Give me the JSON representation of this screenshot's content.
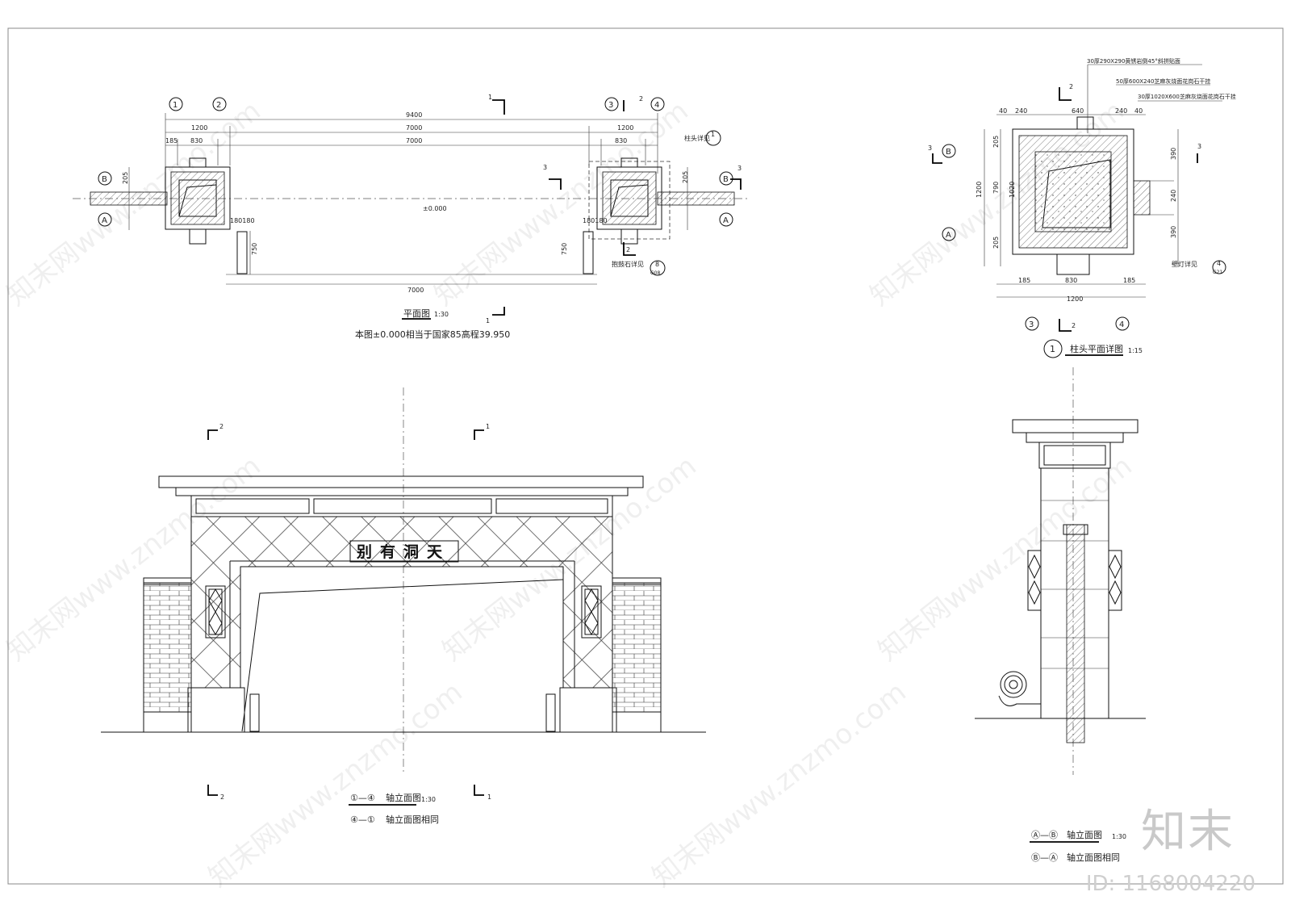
{
  "plan": {
    "dim_total": "9400",
    "dim_1200_left": "1200",
    "dim_1200_right": "1200",
    "dim_7000_a": "7000",
    "dim_7000_b": "7000",
    "dim_7000_bottom": "7000",
    "dim_830_left": "830",
    "dim_830_right": "830",
    "dim_185": "185",
    "dim_205": "205",
    "dim_750": "750",
    "dim_180": "180180",
    "elevation": "±0.000",
    "detail_ref": "柱头详见",
    "detail_num": "1",
    "stone_ref": "抱鼓石详见",
    "stone_num": "8",
    "stone_sheet": "G08",
    "axes": [
      "1",
      "2",
      "3",
      "4"
    ],
    "axis_A": "A",
    "axis_B": "B",
    "sec1": "1",
    "sec2": "2",
    "sec3": "3",
    "title": "平面图",
    "scale": "1:30",
    "note": "本图±0.000相当于国家85高程39.950"
  },
  "detail": {
    "note1": "30厚290X290黄锈岩倒45°斜拼贴面",
    "note2": "50厚600X240芝麻灰烧面花岗石干挂",
    "note3": "30厚1020X600芝麻灰烧面花岗石干挂",
    "dim_240a": "240",
    "dim_640": "640",
    "dim_240b": "240",
    "dim_40": "40",
    "dim_1200v": "1200",
    "dim_790": "790",
    "dim_1020": "1020",
    "dim_205": "205",
    "dim_390": "390",
    "dim_240v": "240",
    "dim_185": "185",
    "dim_830": "830",
    "dim_1200h": "1200",
    "lamp_ref": "壁灯详见",
    "lamp_num": "4",
    "lamp_sheet": "G21",
    "axis3": "3",
    "axis4": "4",
    "axis_A": "A",
    "axis_B": "B",
    "sec2": "2",
    "sec3": "3",
    "circle_num": "1",
    "title": "柱头平面详图",
    "scale": "1:15"
  },
  "elev_main": {
    "sign_text": "别有洞天",
    "sec1": "1",
    "sec2": "2",
    "title_a": "①—④",
    "title_b": "轴立面图",
    "scale": "1:30",
    "sub_a": "④—①",
    "sub_b": "轴立面图相同"
  },
  "elev_side": {
    "title_a": "Ⓐ—Ⓑ",
    "title_b": "轴立面图",
    "scale": "1:30",
    "sub_a": "Ⓑ—Ⓐ",
    "sub_b": "轴立面图相同"
  },
  "watermark": {
    "brand": "知末",
    "id": "ID: 1168004220",
    "site": "知末网www.znzmo.com"
  }
}
